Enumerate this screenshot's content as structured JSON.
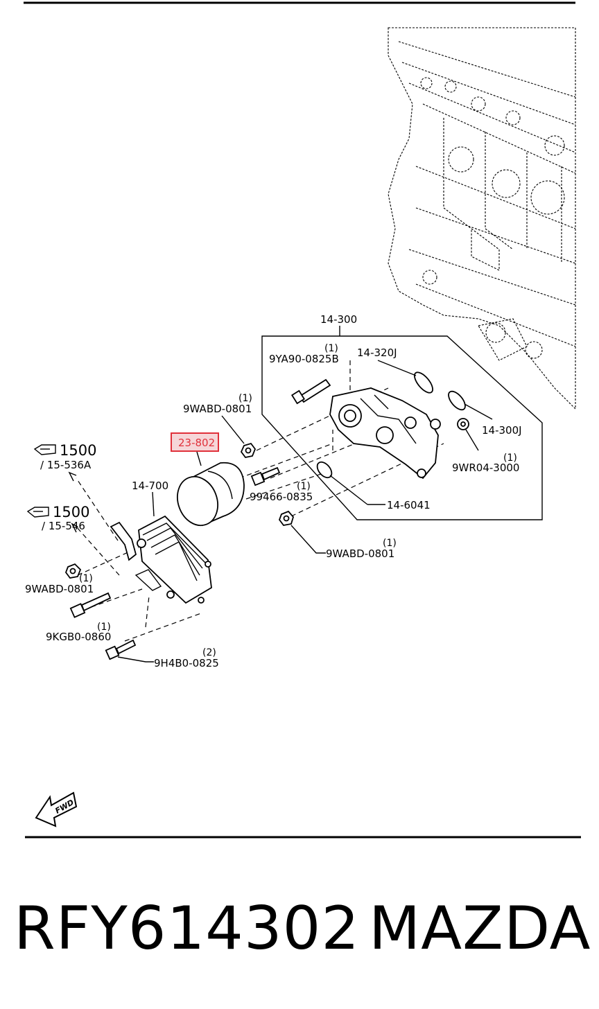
{
  "diagram": {
    "labels": {
      "assembly_14_300": "14-300",
      "bolt_9va90_qty": "(1)",
      "bolt_9va90": "9YA90-0825B",
      "oring_14_320j": "14-320J",
      "nut_9wabd_top_qty": "(1)",
      "nut_9wabd_top": "9WABD-0801",
      "highlight_part": "23-802",
      "oring_14_300j": "14-300J",
      "washer_9wr04_qty": "(1)",
      "washer_9wr04": "9WR04-3000",
      "cooler_14_700": "14-700",
      "bolt_99466_qty": "(1)",
      "bolt_99466": "99466-0835",
      "oring_14_6041": "14-6041",
      "nut_9wabd_mid_qty": "(1)",
      "nut_9wabd_mid": "9WABD-0801",
      "nut_9wabd_left_qty": "(1)",
      "nut_9wabd_left": "9WABD-0801",
      "bolt_9kgb0_qty": "(1)",
      "bolt_9kgb0": "9KGB0-0860",
      "bolt_9h4b0_qty": "(2)",
      "bolt_9h4b0": "9H4B0-0825"
    },
    "refs": [
      {
        "icon": "pointing-hand-icon",
        "number": "1500",
        "sub": "/ 15-536A"
      },
      {
        "icon": "pointing-hand-icon",
        "number": "1500",
        "sub": "/ 15-546"
      }
    ],
    "fwd_label": "FWD",
    "highlight_color": "#e0303a"
  },
  "footer": {
    "part_number": "RFY614302",
    "brand": "MAZDA"
  }
}
